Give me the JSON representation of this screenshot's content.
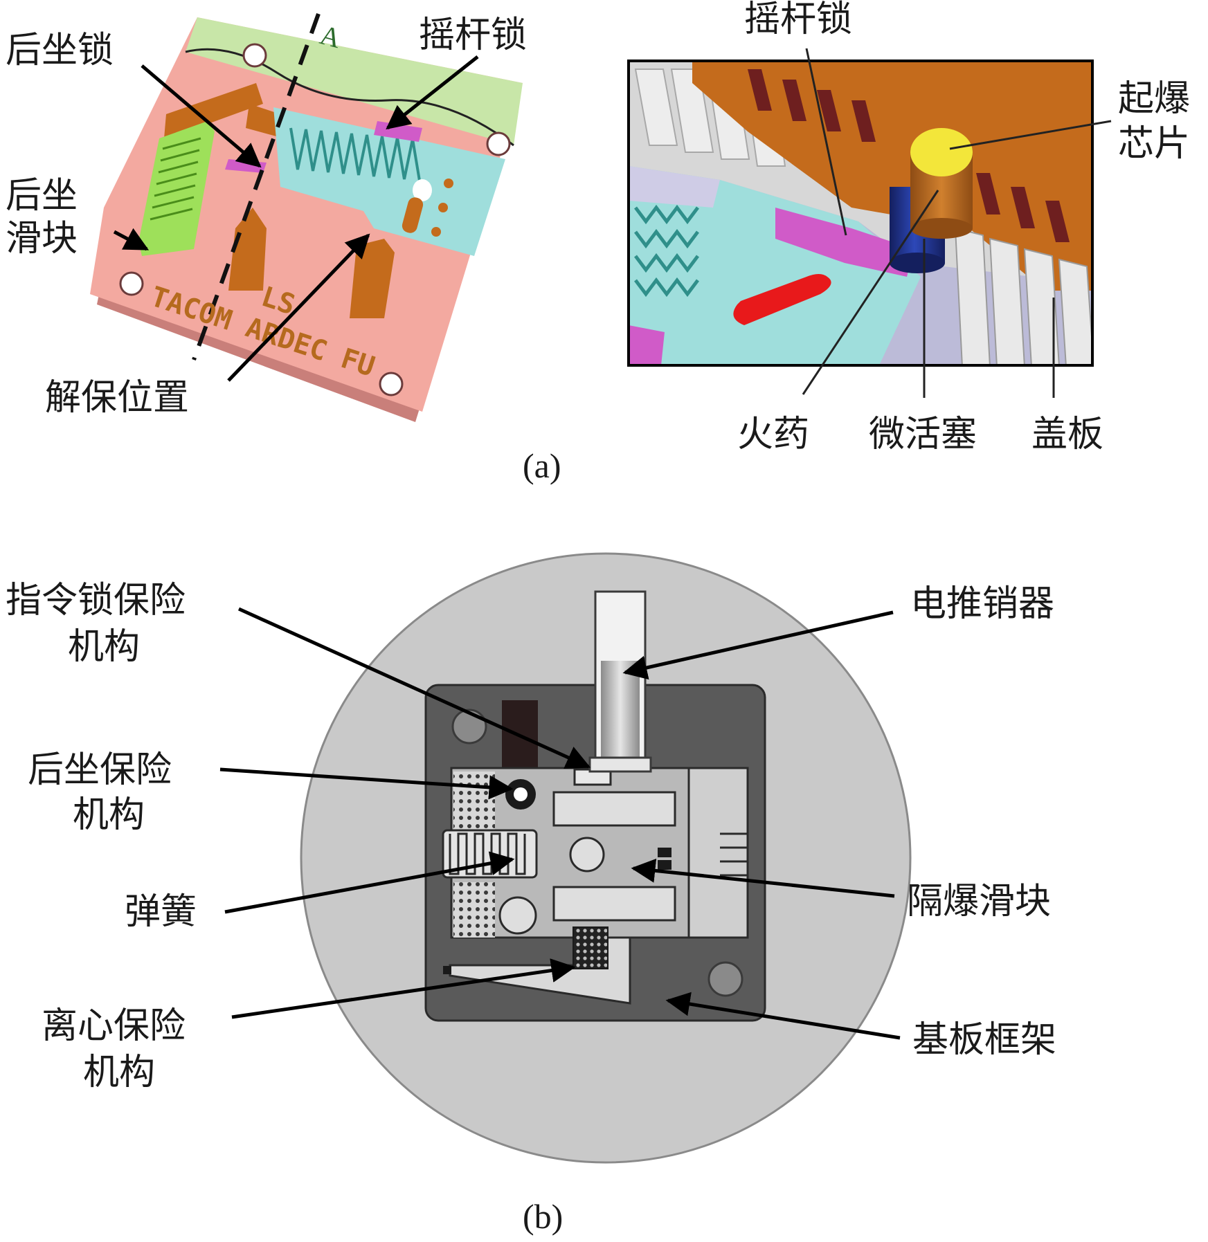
{
  "colors": {
    "frame_pink": "#f3a9a0",
    "frame_green": "#c8e6a8",
    "slider_cyan": "#9fdedc",
    "lock_orange": "#c46b1c",
    "rocker_magenta": "#d05bc8",
    "chip_yellow": "#f3e63a",
    "piston_blue": "#233a9c",
    "red_slot": "#e8191b",
    "outer_disc": "#c9c9c9",
    "base_frame_dark": "#5a5a5a",
    "slider_grey": "#b9b9b9"
  },
  "panel_a": {
    "caption": "(a)",
    "left_view": {
      "labels": {
        "setback_lock": "后坐锁",
        "rocker_lock": "摇杆锁",
        "setback_slider_line1": "后坐",
        "setback_slider_line2": "滑块",
        "armed_position": "解保位置"
      },
      "section_mark": "A",
      "plate_engraving_1": "LS",
      "plate_engraving_2": "TACOM ARDEC FU"
    },
    "right_view": {
      "labels": {
        "rocker_lock": "摇杆锁",
        "initiator_chip_line1": "起爆",
        "initiator_chip_line2": "芯片",
        "propellant": "火药",
        "micro_piston": "微活塞",
        "cover_plate": "盖板"
      }
    }
  },
  "panel_b": {
    "caption": "(b)",
    "labels": {
      "command_lock_line1": "指令锁保险",
      "command_lock_line2": "机构",
      "setback_safety_line1": "后坐保险",
      "setback_safety_line2": "机构",
      "spring": "弹簧",
      "centrifugal_line1": "离心保险",
      "centrifugal_line2": "机构",
      "pin_puller": "电推销器",
      "barrier_slider": "隔爆滑块",
      "base_frame": "基板框架"
    }
  }
}
